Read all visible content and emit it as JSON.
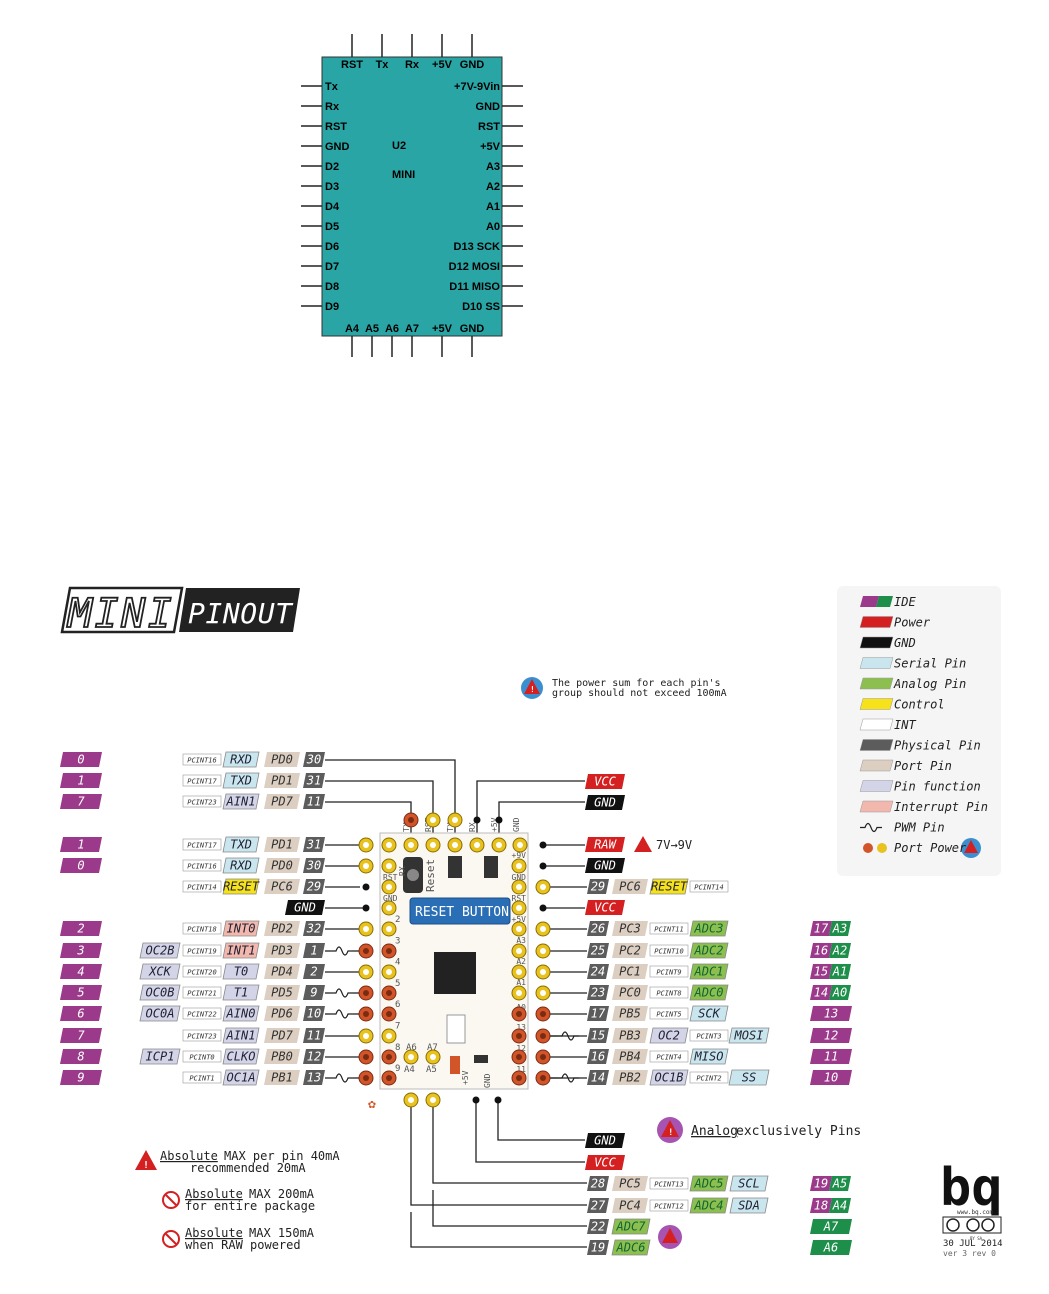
{
  "schematic": {
    "ref": "U2",
    "name": "MINI",
    "top_pins": [
      "RST",
      "Tx",
      "Rx",
      "+5V",
      "GND"
    ],
    "left_pins": [
      "Tx",
      "Rx",
      "RST",
      "GND",
      "D2",
      "D3",
      "D4",
      "D5",
      "D6",
      "D7",
      "D8",
      "D9"
    ],
    "right_pins": [
      "+7V-9Vin",
      "GND",
      "RST",
      "+5V",
      "A3",
      "A2",
      "A1",
      "A0",
      "D13 SCK",
      "D12 MOSI",
      "D11 MISO",
      "D10 SS"
    ],
    "bottom_pins": [
      "A4",
      "A5",
      "A6",
      "A7",
      "+5V",
      "GND"
    ],
    "body_color": "#2aa5a5"
  },
  "title": {
    "word1": "MINI",
    "word2": "PINOUT"
  },
  "legend": [
    {
      "label": "IDE",
      "colors": [
        "#9b3a8a",
        "#1e8f4a"
      ]
    },
    {
      "label": "Power",
      "colors": [
        "#d42020"
      ]
    },
    {
      "label": "GND",
      "colors": [
        "#111111"
      ]
    },
    {
      "label": "Serial Pin",
      "colors": [
        "#c9e6ef"
      ]
    },
    {
      "label": "Analog Pin",
      "colors": [
        "#8cbf4f"
      ]
    },
    {
      "label": "Control",
      "colors": [
        "#f6e21a"
      ]
    },
    {
      "label": "INT",
      "colors": [
        "#ffffff"
      ]
    },
    {
      "label": "Physical Pin",
      "colors": [
        "#5c5c5c"
      ]
    },
    {
      "label": "Port Pin",
      "colors": [
        "#dccfc2"
      ]
    },
    {
      "label": "Pin function",
      "colors": [
        "#d3d4e8"
      ]
    },
    {
      "label": "Interrupt Pin",
      "colors": [
        "#f2b8ae"
      ]
    },
    {
      "label": "PWM Pin",
      "icon": "pwm-wave-icon"
    },
    {
      "label": "Port Power",
      "icon": "port-power-icon"
    }
  ],
  "power_note": "The power sum for each pin's group should not exceed 100mA",
  "raw_voltage": "7V→9V",
  "reset_button": "RESET BUTTON",
  "board_labels": [
    "TX",
    "RST",
    "TX",
    "RX",
    "+5V",
    "GND",
    "RX",
    "RST",
    "GND",
    "2",
    "3",
    "4",
    "5",
    "6",
    "7",
    "8",
    "9",
    "+9V",
    "GND",
    "RST",
    "+5V",
    "A3",
    "A2",
    "A1",
    "A0",
    "13",
    "12",
    "11",
    "10",
    "A6",
    "A7",
    "A4",
    "A5",
    "+5V",
    "GND",
    "Reset"
  ],
  "top_left_rows": [
    {
      "ide": "0",
      "pcint": "PCINT16",
      "fn": "RXD",
      "port": "PD0",
      "phys": "30"
    },
    {
      "ide": "1",
      "pcint": "PCINT17",
      "fn": "TXD",
      "port": "PD1",
      "phys": "31"
    },
    {
      "ide": "7",
      "pcint": "PCINT23",
      "fn": "AIN1",
      "port": "PD7",
      "phys": "11"
    }
  ],
  "top_right_tags": [
    "VCC",
    "GND"
  ],
  "left_rows": [
    {
      "ide": "1",
      "pcint": "PCINT17",
      "fn": "TXD",
      "port": "PD1",
      "phys": "31"
    },
    {
      "ide": "0",
      "pcint": "PCINT16",
      "fn": "RXD",
      "port": "PD0",
      "phys": "30"
    },
    {
      "ide": "",
      "pcint": "PCINT14",
      "fn": "RESET",
      "port": "PC6",
      "phys": "29"
    },
    {
      "ide": "",
      "pcint": "",
      "fn": "",
      "port": "",
      "phys": "",
      "gnd": "GND"
    },
    {
      "ide": "2",
      "pcint": "PCINT18",
      "fn": "INT0",
      "port": "PD2",
      "phys": "32"
    },
    {
      "ide": "3",
      "pcint": "PCINT19",
      "fn": "INT1",
      "port": "PD3",
      "phys": "1",
      "extra": "OC2B",
      "pwm": true
    },
    {
      "ide": "4",
      "pcint": "PCINT20",
      "fn": "T0",
      "port": "PD4",
      "phys": "2",
      "extra": "XCK"
    },
    {
      "ide": "5",
      "pcint": "PCINT21",
      "fn": "T1",
      "port": "PD5",
      "phys": "9",
      "extra": "OC0B",
      "pwm": true
    },
    {
      "ide": "6",
      "pcint": "PCINT22",
      "fn": "AIN0",
      "port": "PD6",
      "phys": "10",
      "extra": "OC0A",
      "pwm": true
    },
    {
      "ide": "7",
      "pcint": "PCINT23",
      "fn": "AIN1",
      "port": "PD7",
      "phys": "11"
    },
    {
      "ide": "8",
      "pcint": "PCINT0",
      "fn": "CLKO",
      "port": "PB0",
      "phys": "12",
      "extra": "ICP1"
    },
    {
      "ide": "9",
      "pcint": "PCINT1",
      "fn": "OC1A",
      "port": "PB1",
      "phys": "13",
      "pwm": true
    }
  ],
  "right_rows": [
    {
      "tag": "RAW"
    },
    {
      "tag": "GND"
    },
    {
      "phys": "29",
      "port": "PC6",
      "fn": "RESET",
      "pcint": "PCINT14"
    },
    {
      "tag": "VCC"
    },
    {
      "phys": "26",
      "port": "PC3",
      "pcint": "PCINT11",
      "fn": "ADC3",
      "ide": "17",
      "ide2": "A3"
    },
    {
      "phys": "25",
      "port": "PC2",
      "pcint": "PCINT10",
      "fn": "ADC2",
      "ide": "16",
      "ide2": "A2"
    },
    {
      "phys": "24",
      "port": "PC1",
      "pcint": "PCINT9",
      "fn": "ADC1",
      "ide": "15",
      "ide2": "A1"
    },
    {
      "phys": "23",
      "port": "PC0",
      "pcint": "PCINT8",
      "fn": "ADC0",
      "ide": "14",
      "ide2": "A0"
    },
    {
      "phys": "17",
      "port": "PB5",
      "pcint": "PCINT5",
      "fn": "SCK",
      "ide": "13"
    },
    {
      "phys": "15",
      "port": "PB3",
      "fn": "OC2",
      "pcint": "PCINT3",
      "extra": "MOSI",
      "ide": "12",
      "pwm": true
    },
    {
      "phys": "16",
      "port": "PB4",
      "pcint": "PCINT4",
      "fn": "MISO",
      "ide": "11"
    },
    {
      "phys": "14",
      "port": "PB2",
      "fn": "OC1B",
      "pcint": "PCINT2",
      "extra": "SS",
      "ide": "10",
      "pwm": true
    }
  ],
  "bottom_tags": [
    "GND",
    "VCC"
  ],
  "bottom_rows": [
    {
      "phys": "28",
      "port": "PC5",
      "pcint": "PCINT13",
      "fn": "ADC5",
      "extra": "SCL",
      "ide": "19",
      "ide2": "A5"
    },
    {
      "phys": "27",
      "port": "PC4",
      "pcint": "PCINT12",
      "fn": "ADC4",
      "extra": "SDA",
      "ide": "18",
      "ide2": "A4"
    },
    {
      "phys": "22",
      "fn": "ADC7",
      "ide2": "A7"
    },
    {
      "phys": "19",
      "fn": "ADC6",
      "ide2": "A6"
    }
  ],
  "analog_note": {
    "underlined": "Analog",
    "rest": " exclusively Pins"
  },
  "notes": [
    {
      "under": "Absolute",
      "rest": " MAX per pin 40mA",
      "line2": "recommended 20mA"
    },
    {
      "under": "Absolute",
      "rest": " MAX 200mA",
      "line2": "for entire package"
    },
    {
      "under": "Absolute",
      "rest": " MAX 150mA",
      "line2": "when RAW powered"
    }
  ],
  "brand": {
    "logo": "bq",
    "url": "www.bq.com",
    "license": "BY SA",
    "date": "30 JUL 2014",
    "version": "ver 3 rev 0"
  },
  "colors": {
    "ide": "#9b3a8a",
    "ide_green": "#1e8f4a",
    "power": "#d42020",
    "gnd": "#111111",
    "serial": "#c9e6ef",
    "analog": "#8cbf4f",
    "control": "#f6e21a",
    "int": "#ffffff",
    "phys": "#5c5c5c",
    "port": "#dccfc2",
    "pinfn": "#d3d4e8",
    "interrupt": "#f2b8ae",
    "pin_yellow": "#e8c21f",
    "pin_orange": "#d2552a",
    "legend_bg": "#f4f5f4",
    "reset_blue": "#2a6fb5"
  }
}
